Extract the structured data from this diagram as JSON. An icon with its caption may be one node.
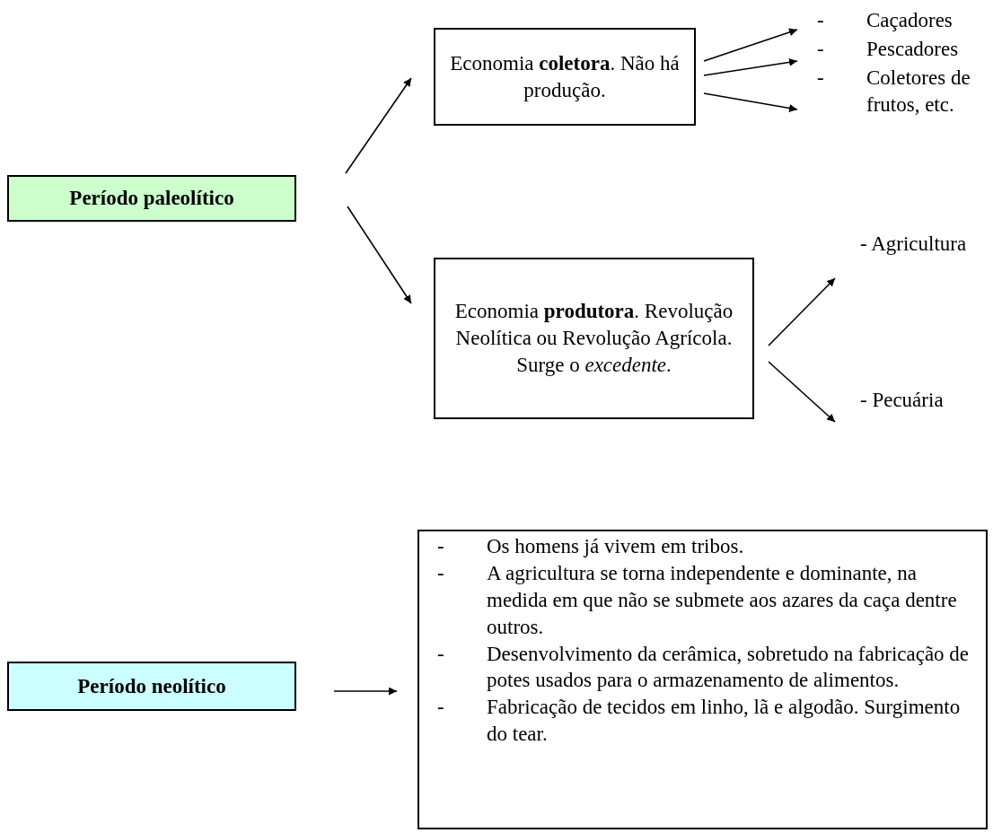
{
  "diagram": {
    "nodes": [
      {
        "text": [
          "Período paleolítico"
        ]
      },
      {
        "text": [
          "Economia **coletora**. Não há produção."
        ]
      },
      {
        "text": [
          "Economia **produtora**. Revolução Neolítica ou Revolução Agrícola. Surge o *excedente*."
        ]
      },
      {
        "text": [
          "-",
          "Caçadores"
        ]
      },
      {
        "text": [
          "-",
          "Pescadores"
        ]
      },
      {
        "text": [
          "-",
          "Coletores de frutos, etc."
        ]
      },
      {
        "text": [
          "- Agricultura"
        ]
      },
      {
        "text": [
          "- Pecuária"
        ]
      },
      {
        "text": [
          "Período neolítico"
        ]
      },
      {
        "text": [
          "-",
          "Os homens já vivem em tribos.",
          "-",
          "A agricultura se torna independente e dominante, na medida em que não se submete aos azares da caça dentre outros.",
          "-",
          "Desenvolvimento da cerâmica, sobretudo na fabricação de potes usados para o armazenamento de alimentos.",
          "-",
          "Fabricação de tecidos em linho, lã e algodão. Surgimento do tear."
        ]
      }
    ],
    "edges": [
      {
        "from": 0,
        "to": 1,
        "arrow": "to"
      },
      {
        "from": 0,
        "to": 2,
        "arrow": "to"
      },
      {
        "from": 1,
        "to": 3,
        "arrow": "to"
      },
      {
        "from": 1,
        "to": 4,
        "arrow": "to"
      },
      {
        "from": 1,
        "to": 5,
        "arrow": "to"
      },
      {
        "from": 2,
        "to": 6,
        "arrow": "to"
      },
      {
        "from": 2,
        "to": 7,
        "arrow": "to"
      },
      {
        "from": 8,
        "to": 9,
        "arrow": "to"
      }
    ]
  }
}
